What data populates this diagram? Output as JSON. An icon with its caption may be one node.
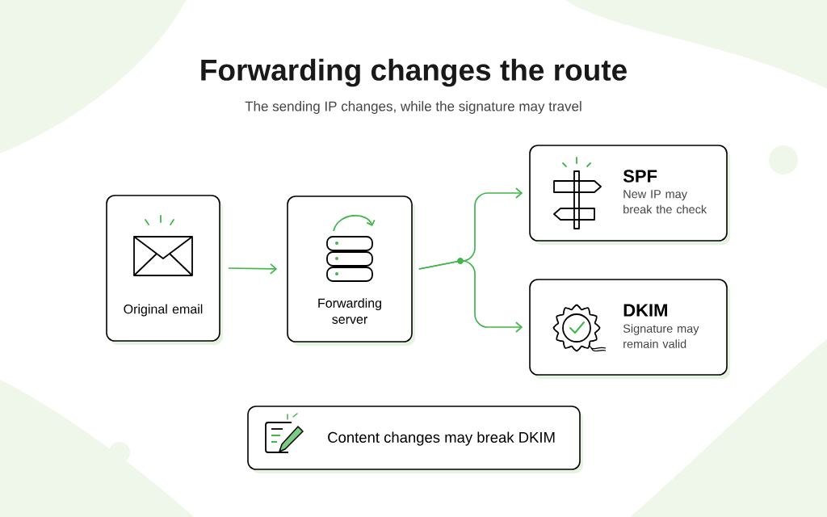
{
  "diagram": {
    "title": "Forwarding changes the route",
    "nodes": [
      {
        "text": [
          "Original email"
        ]
      },
      {
        "text": [
          "Forwarding server"
        ]
      },
      {
        "text": [
          "SPF",
          "New IP may break the check"
        ]
      },
      {
        "text": [
          "DKIM",
          "Signature may remain valid"
        ]
      },
      {
        "text": [
          "Content changes may break DKIM"
        ]
      }
    ],
    "edges": [
      {
        "from": 0,
        "to": 1,
        "arrow": "to"
      },
      {
        "from": 1,
        "to": 2,
        "arrow": "to"
      },
      {
        "from": 1,
        "to": 3,
        "arrow": "to"
      }
    ],
    "labels": [
      "The sending IP changes, while the signature may travel"
    ]
  }
}
